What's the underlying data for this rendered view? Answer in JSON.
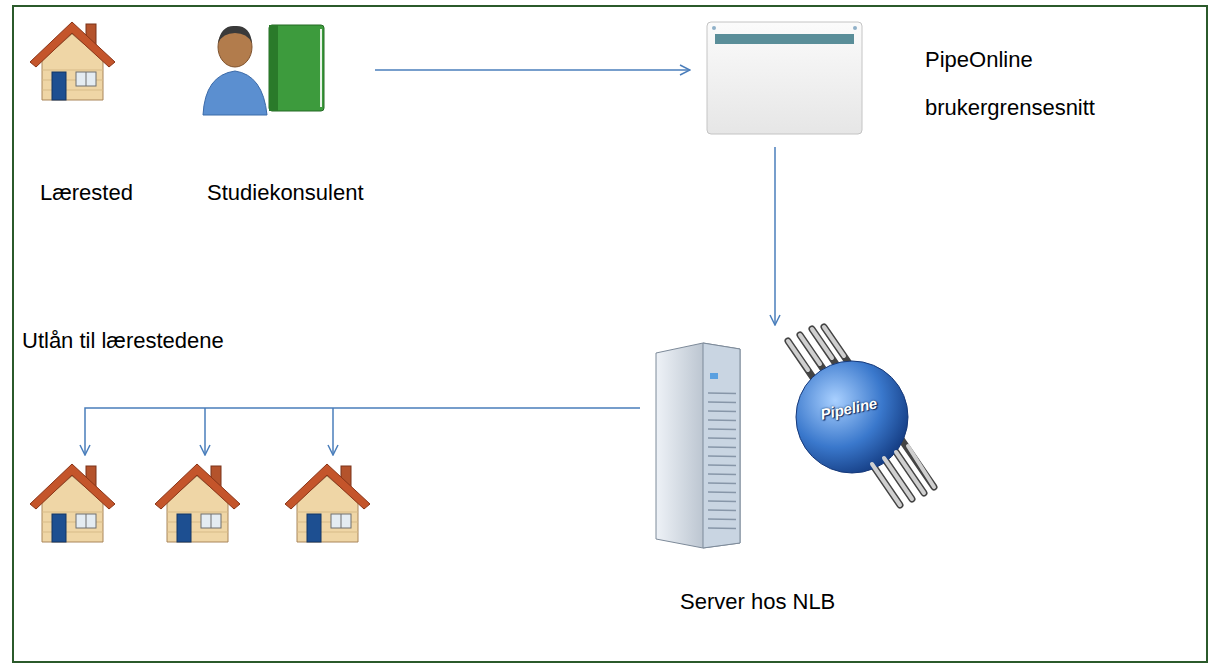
{
  "diagram": {
    "nodes": [
      {
        "text": [
          "Lærested"
        ]
      },
      {
        "text": [
          "Studiekonsulent"
        ]
      },
      {
        "text": [
          "PipeOnline brukergrensesnitt"
        ]
      },
      {
        "text": [
          "Server hos NLB"
        ]
      },
      {
        "text": [
          "Utlån til lærestedene"
        ]
      }
    ],
    "edges": [
      {
        "from": 1,
        "to": 2,
        "arrow": "to"
      },
      {
        "from": 2,
        "to": 3,
        "arrow": "to"
      },
      {
        "from": 3,
        "to": 4,
        "arrow": "to"
      }
    ],
    "labels": [
      "Pipeline"
    ]
  }
}
